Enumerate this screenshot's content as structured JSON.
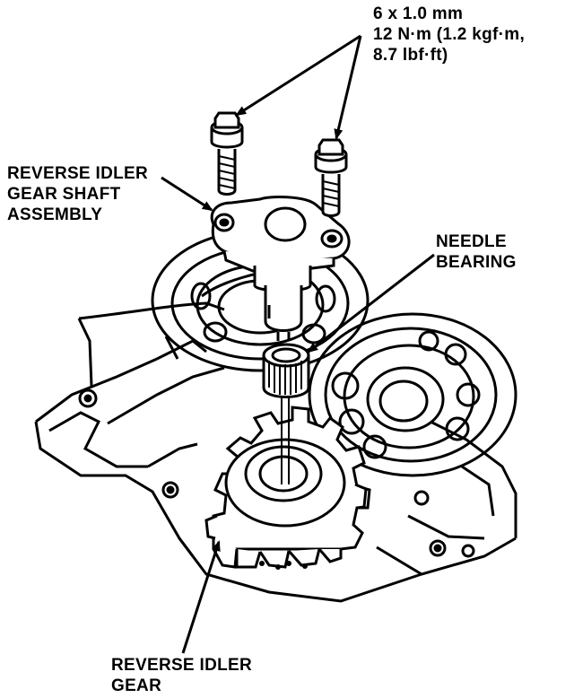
{
  "colors": {
    "ink": "#000000",
    "paper": "#ffffff"
  },
  "callouts": {
    "bolt_spec": {
      "lines": [
        "6 x 1.0 mm",
        "12 N·m (1.2 kgf·m,",
        "8.7 lbf·ft)"
      ]
    },
    "shaft_assembly": {
      "lines": [
        "REVERSE IDLER",
        "GEAR SHAFT",
        "ASSEMBLY"
      ]
    },
    "needle_bearing": {
      "lines": [
        "NEEDLE",
        "BEARING"
      ]
    },
    "idler_gear": {
      "lines": [
        "REVERSE IDLER",
        "GEAR"
      ]
    }
  },
  "icons": {
    "bolts": "flange-bolt-icon",
    "plate": "shaft-holder-plate",
    "bearing": "needle-bearing-icon",
    "gear": "idler-gear-icon"
  }
}
